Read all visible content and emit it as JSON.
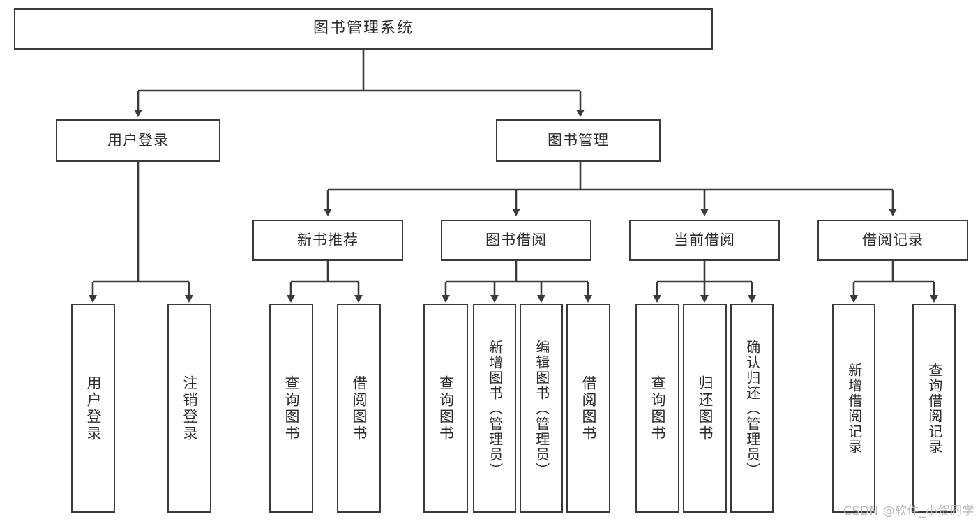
{
  "diagram": {
    "type": "tree",
    "title": "图书管理系统",
    "watermark": "CSDN @软件_小贺同学",
    "colors": {
      "box_border": "#3a3a3a",
      "box_fill": "#ffffff",
      "connector": "#3a3a3a",
      "text": "#2b2b2b",
      "watermark": "#b8b8b8"
    },
    "nodes": {
      "root": {
        "label": "图书管理系统"
      },
      "level2": [
        {
          "label": "用户登录"
        },
        {
          "label": "图书管理"
        }
      ],
      "level3": [
        {
          "label": "新书推荐"
        },
        {
          "label": "图书借阅"
        },
        {
          "label": "当前借阅"
        },
        {
          "label": "借阅记录"
        }
      ],
      "leaves_user_login": [
        {
          "label": "用户登录"
        },
        {
          "label": "注销登录"
        }
      ],
      "leaves_new_book": [
        {
          "label": "查询图书"
        },
        {
          "label": "借阅图书"
        }
      ],
      "leaves_borrow": [
        {
          "label": "查询图书"
        },
        {
          "label": "新增图书（管理员）"
        },
        {
          "label": "编辑图书（管理员）"
        },
        {
          "label": "借阅图书"
        }
      ],
      "leaves_current": [
        {
          "label": "查询图书"
        },
        {
          "label": "归还图书"
        },
        {
          "label": "确认归还（管理员）"
        }
      ],
      "leaves_records": [
        {
          "label": "新增借阅记录"
        },
        {
          "label": "查询借阅记录"
        }
      ]
    }
  }
}
